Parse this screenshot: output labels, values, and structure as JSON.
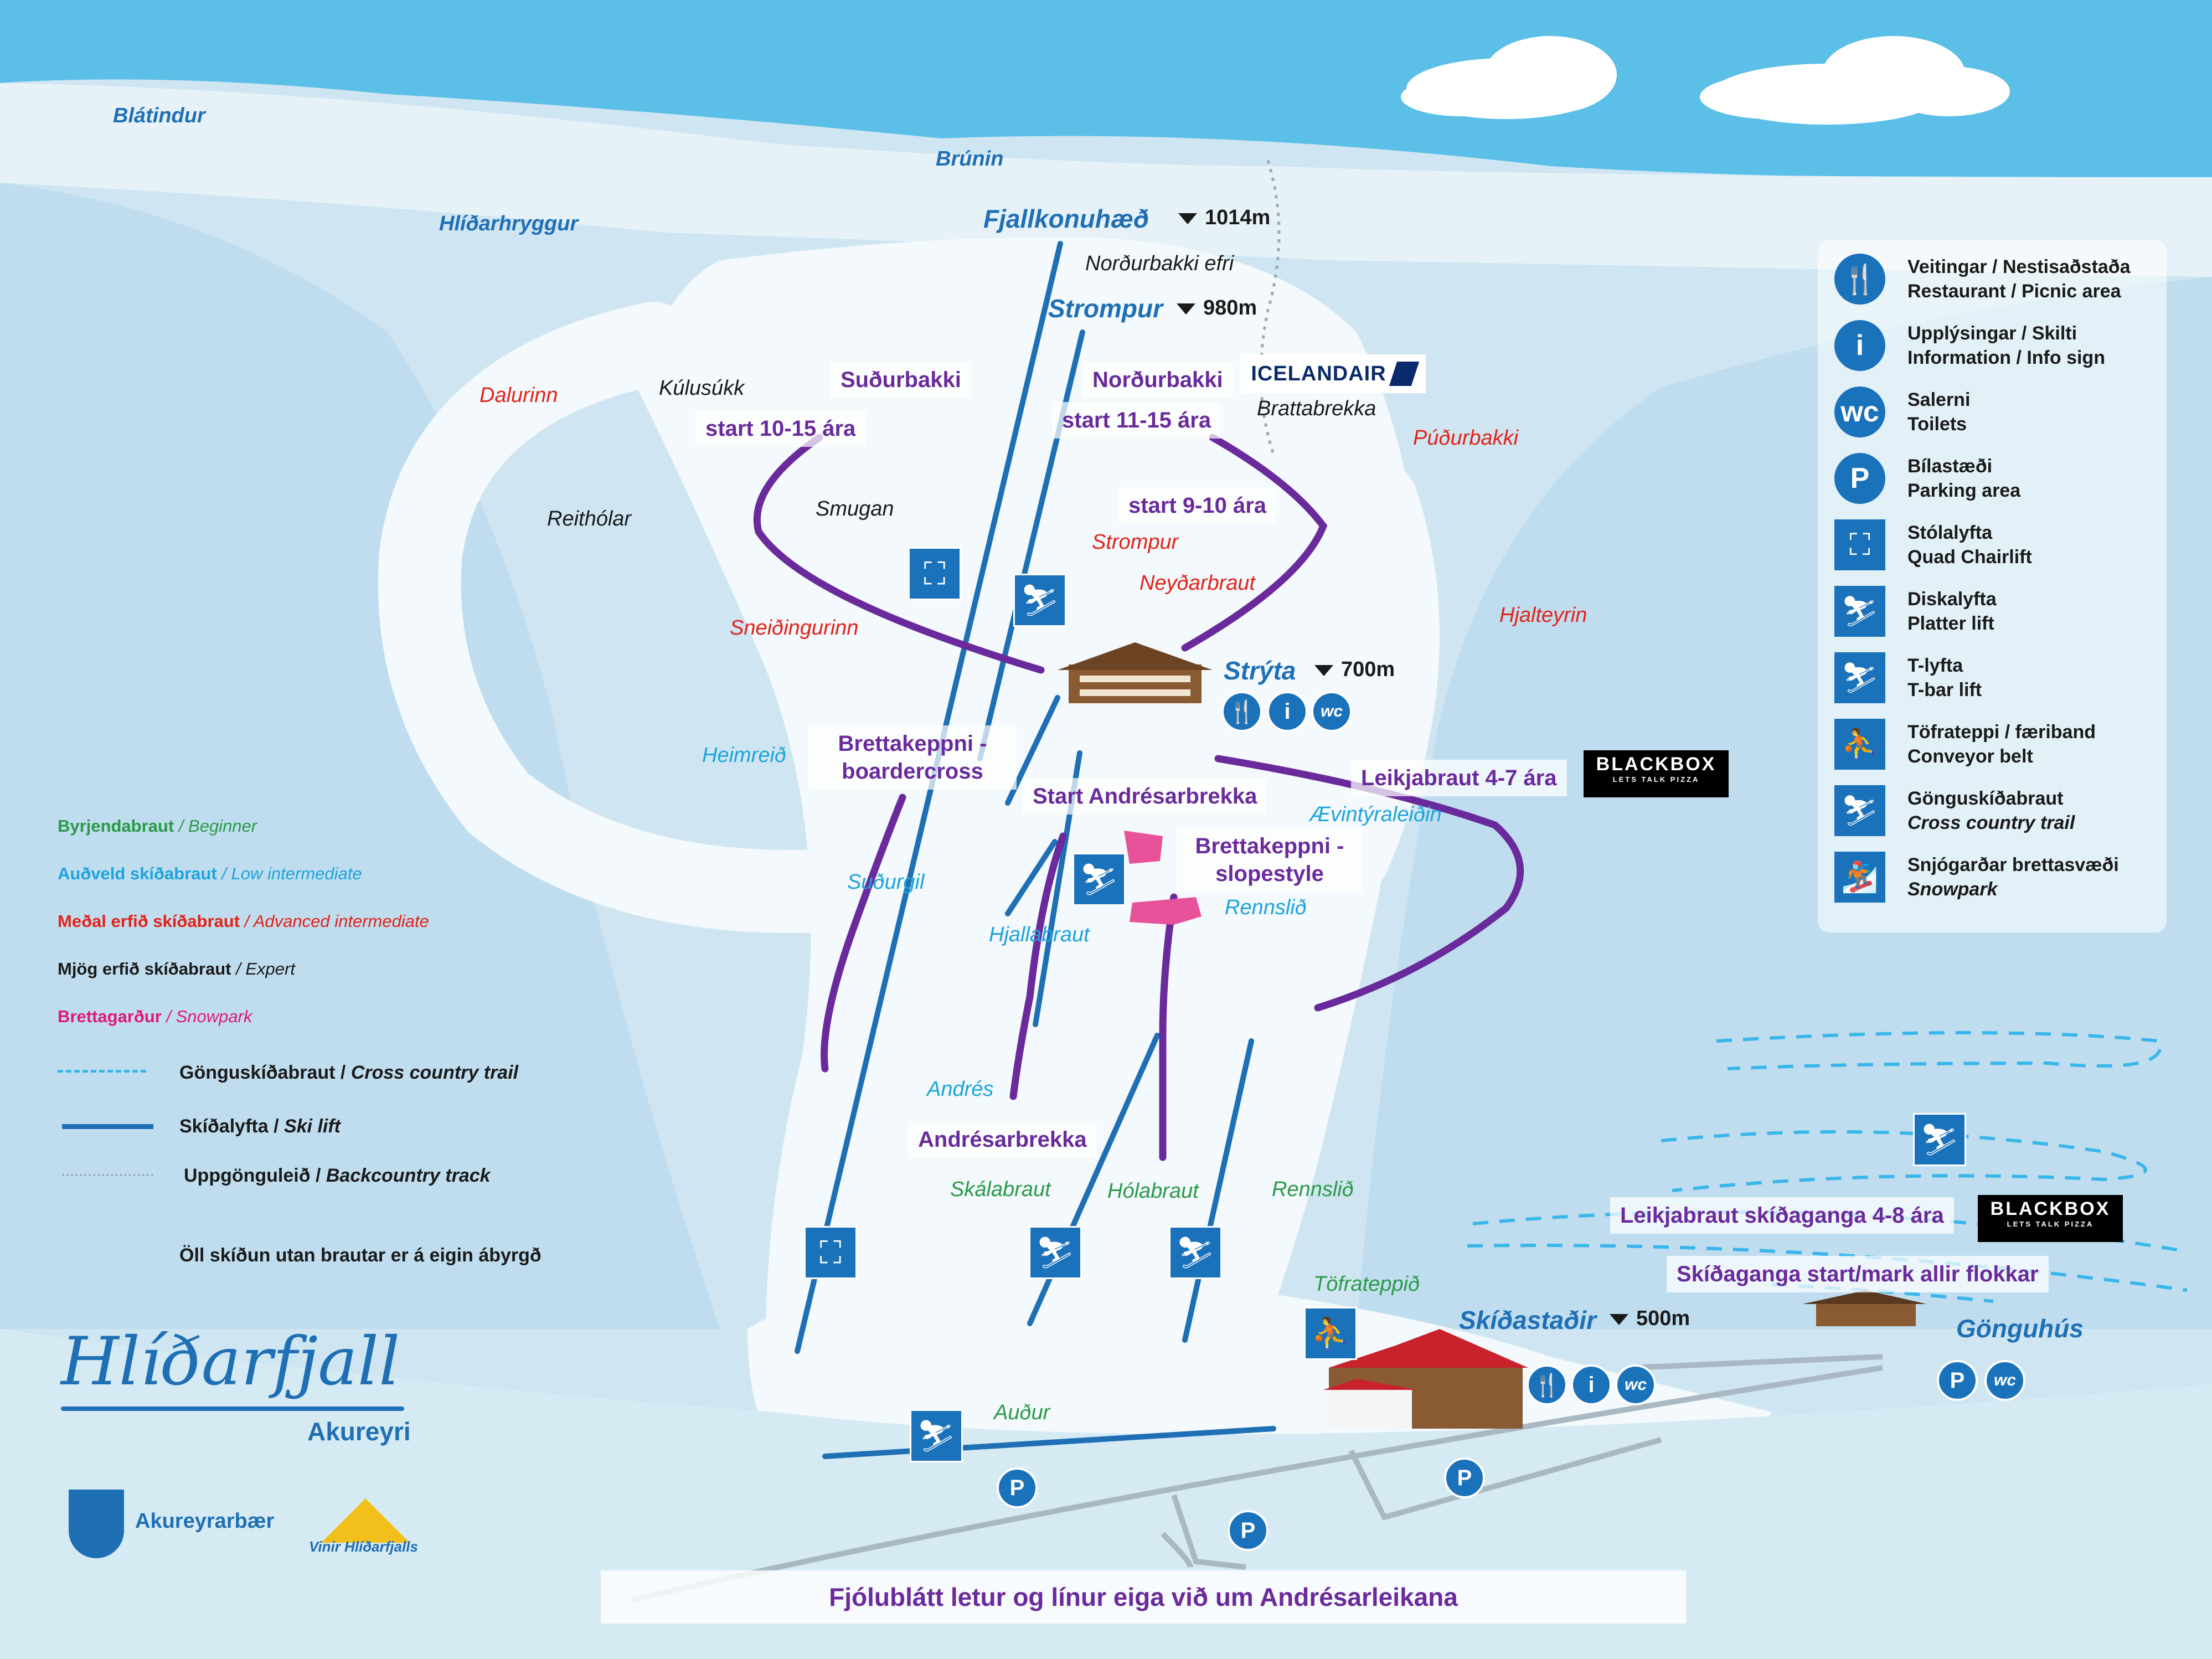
{
  "colors": {
    "sky": "#5bbfe8",
    "lift": "#1f6fb5",
    "andres_purple": "#6a2a9c",
    "beginner": "#2a9a48",
    "low_intermediate": "#1da3dc",
    "advanced_intermediate": "#e2231a",
    "expert": "#1a1a1a",
    "snowpark": "#e0187c",
    "icon_blue": "#1a72bb"
  },
  "peaks": {
    "fjallkonuhaed": {
      "name": "Fjallkonuhæð",
      "elev": "1014m"
    },
    "strompur": {
      "name": "Strompur",
      "elev": "980m"
    },
    "stryta": {
      "name": "Strýta",
      "elev": "700m"
    },
    "skidastadir": {
      "name": "Skíðastaðir",
      "elev": "500m"
    }
  },
  "places": {
    "blatindur": "Blátindur",
    "brunin": "Brúnin",
    "hlidarhryggur": "Hlíðarhryggur",
    "gonguhus": "Gönguhús"
  },
  "runs": {
    "nordurbakki_efri": "Norðurbakki efri",
    "kulusukk": "Kúlusúkk",
    "reitholar": "Reithólar",
    "smugan": "Smugan",
    "brattabrekka": "Brattabrekka",
    "dalurinn": "Dalurinn",
    "pudurbakki": "Púðurbakki",
    "strompur_run": "Strompur",
    "neydarbraut": "Neyðarbraut",
    "sneidingurinn": "Sneiðingurinn",
    "hjalteyrin": "Hjalteyrin",
    "heimreid": "Heimreið",
    "aevintyraleidin": "Ævintýraleiðin",
    "sudurgil": "Suðurgil",
    "rennslid_upper": "Rennslið",
    "hjallabraut": "Hjallabraut",
    "andres": "Andrés",
    "skalabraut": "Skálabraut",
    "holabraut": "Hólabraut",
    "rennslid_lower": "Rennslið",
    "tofrateppid": "Töfrateppið",
    "audur": "Auður"
  },
  "andres_labels": {
    "sudurbakki": "Suðurbakki",
    "nordurbakki": "Norðurbakki",
    "start_10_15": "start 10-15 ára",
    "start_11_15": "start 11-15 ára",
    "start_9_10": "start 9-10 ára",
    "boardercross": "Brettakeppni - boardercross",
    "start_andresarbrekka": "Start Andrésarbrekka",
    "slopestyle": "Brettakeppni - slopestyle",
    "leikjabraut_4_7": "Leikjabraut 4-7 ára",
    "andresarbrekka": "Andrésarbrekka",
    "leikjabraut_skidaganga": "Leikjabraut skíðaganga 4-8 ára",
    "skidaganga_start": "Skíðaganga start/mark allir flokkar"
  },
  "sponsors": {
    "icelandair": "ICELANDAIR",
    "blackbox_name": "BLACKBOX",
    "blackbox_tag": "LETS TALK PIZZA"
  },
  "legend": [
    {
      "icon": "restaurant-icon",
      "glyph": "🍴",
      "shape": "round",
      "is": "Veitingar / Nestisaðstaða",
      "en": "Restaurant / Picnic area"
    },
    {
      "icon": "info-icon",
      "glyph": "i",
      "shape": "round",
      "is": "Upplýsingar / Skilti",
      "en": "Information / Info sign"
    },
    {
      "icon": "toilet-icon",
      "glyph": "wc",
      "shape": "round",
      "is": "Salerni",
      "en": "Toilets"
    },
    {
      "icon": "parking-icon",
      "glyph": "P",
      "shape": "round",
      "is": "Bílastæði",
      "en": "Parking area"
    },
    {
      "icon": "chairlift-icon",
      "glyph": "⛶",
      "shape": "sq",
      "is": "Stólalyfta",
      "en": "Quad Chairlift"
    },
    {
      "icon": "platter-lift-icon",
      "glyph": "⛷",
      "shape": "sq",
      "is": "Diskalyfta",
      "en": "Platter lift"
    },
    {
      "icon": "t-bar-lift-icon",
      "glyph": "⛷",
      "shape": "sq",
      "is": "T-lyfta",
      "en": "T-bar lift"
    },
    {
      "icon": "conveyor-icon",
      "glyph": "⛹",
      "shape": "sq",
      "is": "Töfrateppi / færiband",
      "en": "Conveyor belt"
    },
    {
      "icon": "cross-country-icon",
      "glyph": "⛷",
      "shape": "sq",
      "is": "Gönguskíðabraut",
      "en": "Cross country trail"
    },
    {
      "icon": "snowpark-icon",
      "glyph": "🏂",
      "shape": "sq",
      "is": "Snjógarðar brettasvæði",
      "en": "Snowpark"
    }
  ],
  "difficulty_key": [
    {
      "is": "Byrjendabraut",
      "en": "/ Beginner",
      "color": "#2a9a48"
    },
    {
      "is": "Auðveld skíðabraut",
      "en": "/ Low intermediate",
      "color": "#1da3dc"
    },
    {
      "is": "Meðal erfið skíðabraut",
      "en": "/ Advanced intermediate",
      "color": "#e2231a"
    },
    {
      "is": "Mjög erfið skíðabraut",
      "en": "/ Expert",
      "color": "#1a1a1a"
    },
    {
      "is": "Brettagarður",
      "en": "/ Snowpark",
      "color": "#e0187c"
    }
  ],
  "line_key": {
    "cross_country": {
      "is": "Gönguskíðabraut /",
      "en": "Cross country trail"
    },
    "ski_lift": {
      "is": "Skíðalyfta /",
      "en": "Ski lift"
    },
    "backcountry": {
      "is": "Uppgönguleið /",
      "en": "Backcountry track"
    },
    "disclaimer": "Öll skíðun utan brautar er á eigin ábyrgð"
  },
  "logos": {
    "title": "Hlíðarfjall",
    "subtitle": "Akureyri",
    "municipality": "Akureyrarbær",
    "friends": "Vinir Hlíðarfjalls"
  },
  "footer": "Fjólublátt letur og línur eiga við um Andrésarleikana"
}
